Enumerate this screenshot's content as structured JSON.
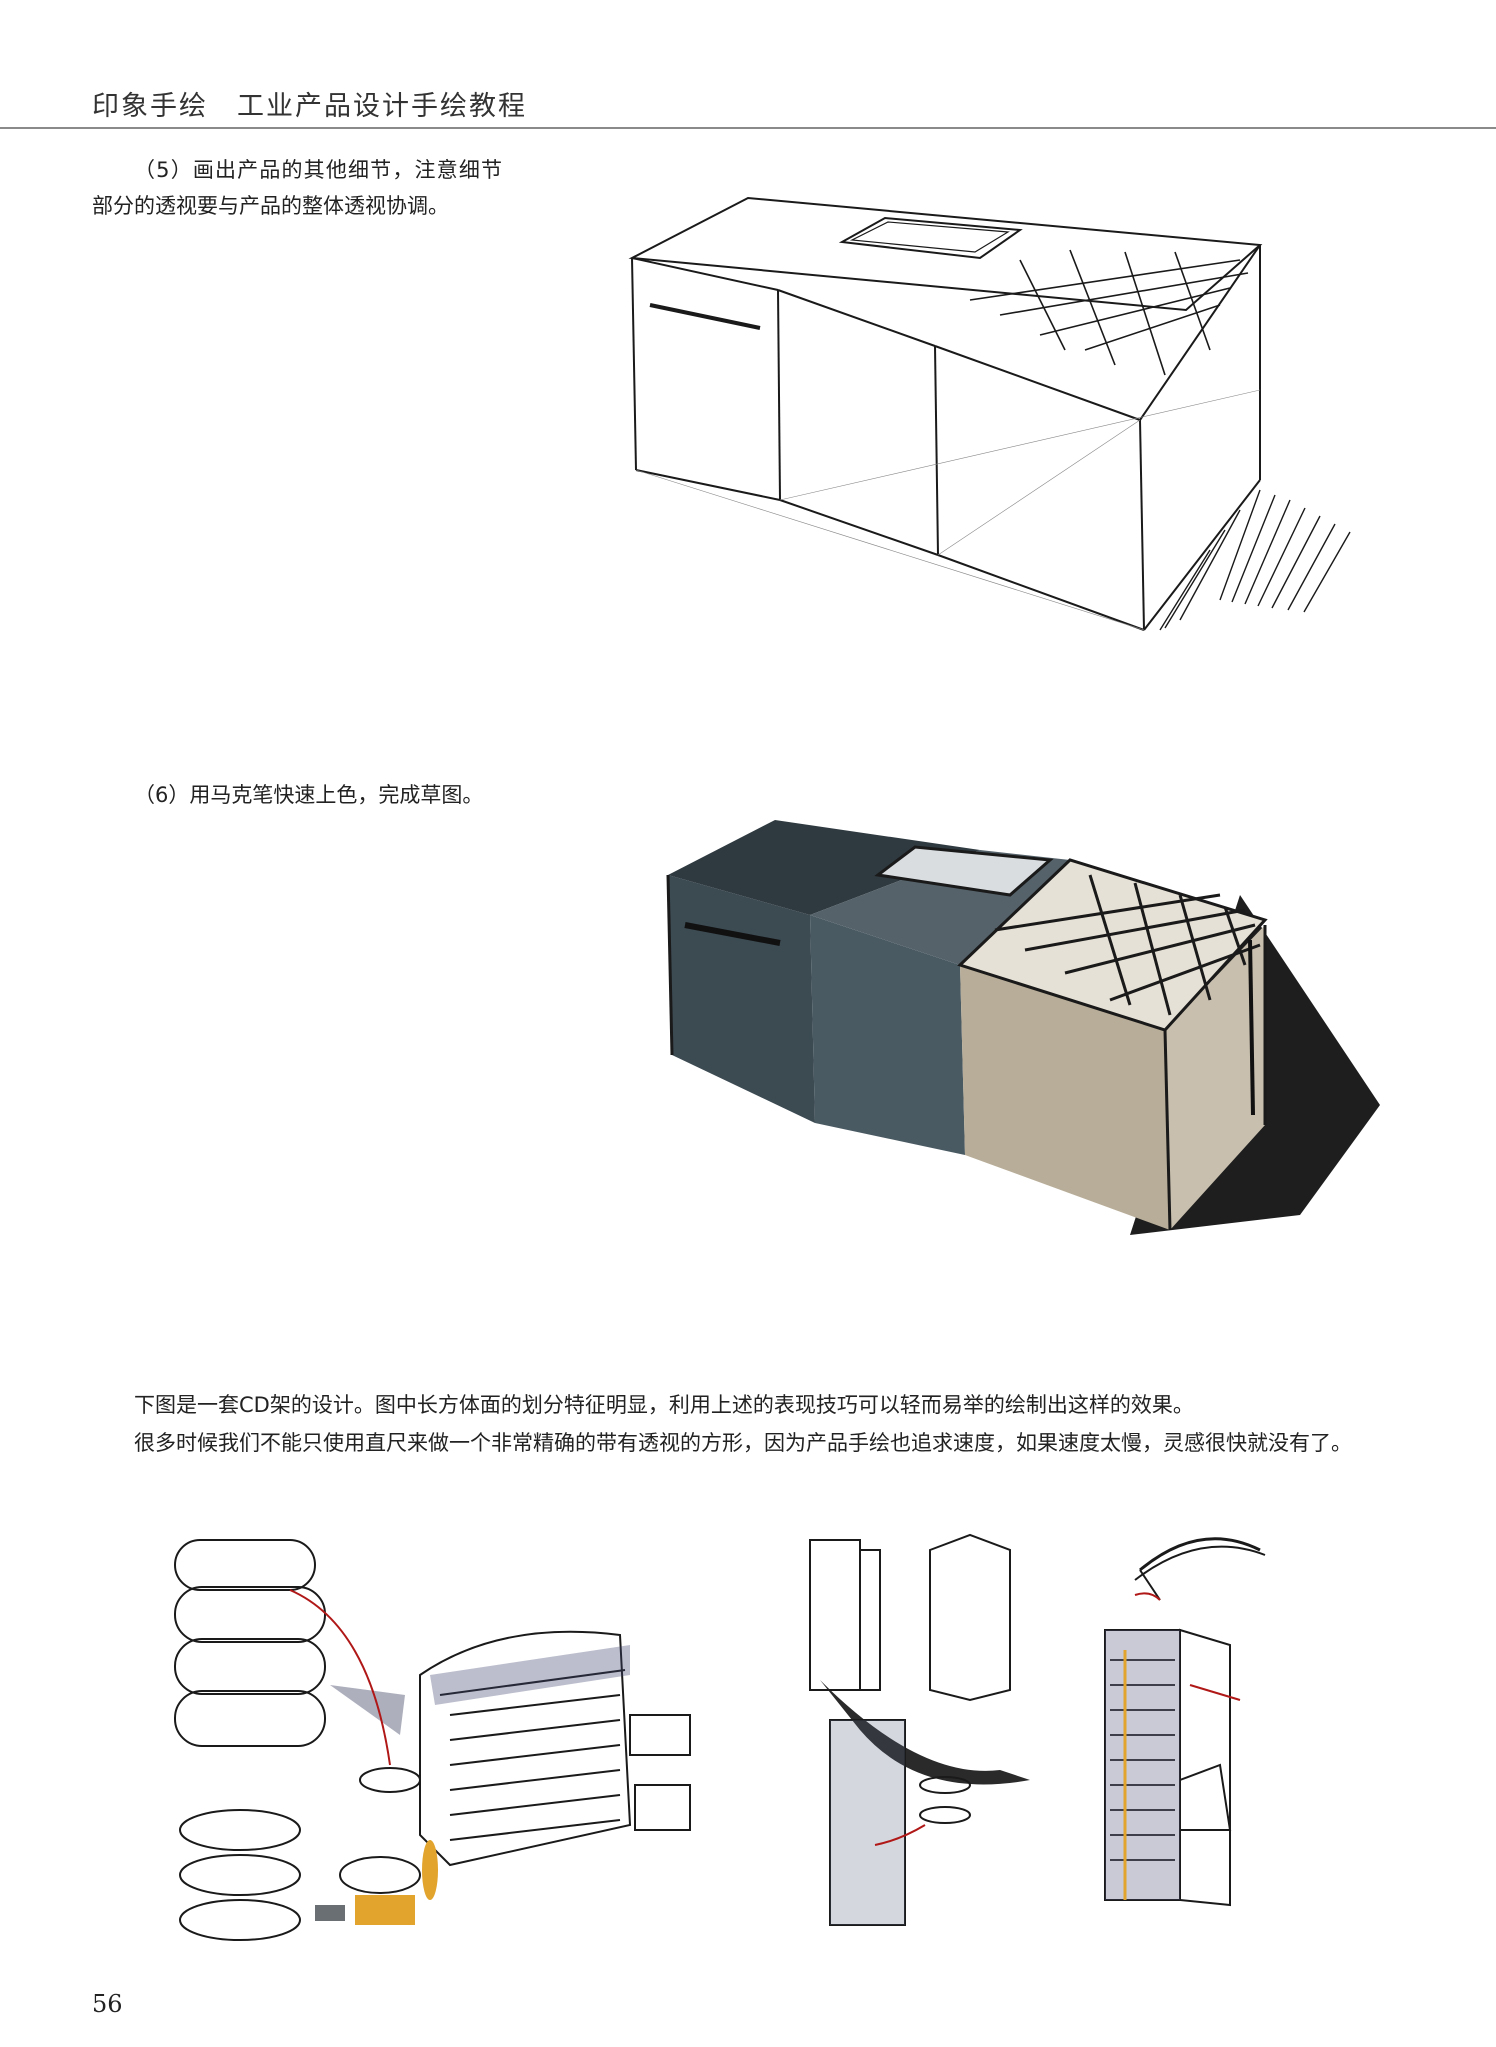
{
  "header": {
    "book_title": "印象手绘　工业产品设计手绘教程"
  },
  "steps": [
    {
      "text": "（5）画出产品的其他细节，注意细节部分的透视要与产品的整体透视协调。"
    },
    {
      "text": "（6）用马克笔快速上色，完成草图。"
    }
  ],
  "paragraphs": [
    "下图是一套CD架的设计。图中长方体面的划分特征明显，利用上述的表现技巧可以轻而易举的绘制出这样的效果。",
    "很多时候我们不能只使用直尺来做一个非常精确的带有透视的方形，因为产品手绘也追求速度，如果速度太慢，灵感很快就没有了。"
  ],
  "colors": {
    "dark_marker": "#3c4a52",
    "light_marker": "#b8ad98",
    "line": "#1a1a1a"
  },
  "page_number": "56"
}
